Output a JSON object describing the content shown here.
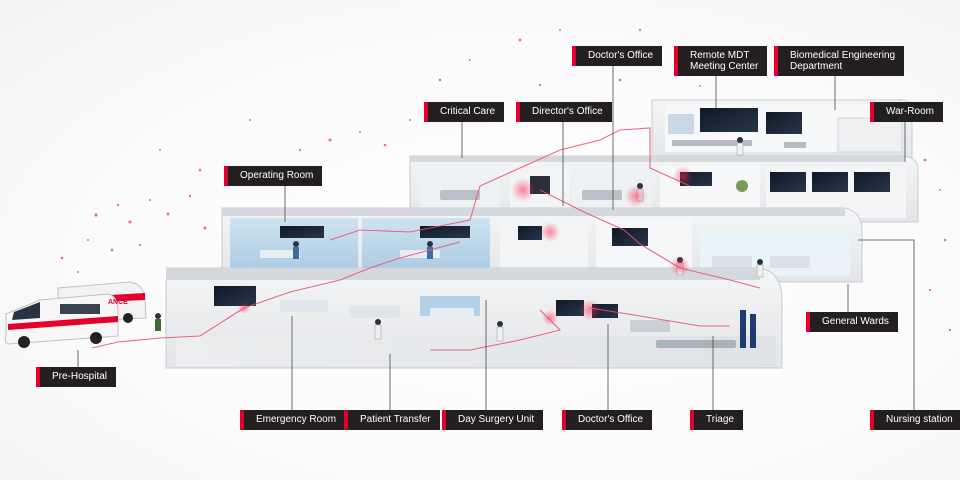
{
  "colors": {
    "accent": "#e5002b",
    "label_bg": "#231f20",
    "label_text": "#ffffff",
    "connector": "#e8507a"
  },
  "labels": {
    "doctors_office_top": "Doctor's Office",
    "remote_mdt_line1": "Remote MDT",
    "remote_mdt_line2": "Meeting Center",
    "biomedical_line1": "Biomedical Engineering",
    "biomedical_line2": "Department",
    "critical_care": "Critical Care",
    "directors_office": "Director's Office",
    "war_room": "War-Room",
    "operating_room": "Operating Room",
    "general_wards": "General Wards",
    "pre_hospital": "Pre-Hospital",
    "emergency_room": "Emergency Room",
    "patient_transfer": "Patient Transfer",
    "day_surgery_unit": "Day Surgery Unit",
    "doctors_office_bottom": "Doctor's Office",
    "triage": "Triage",
    "nursing_station": "Nursing station"
  },
  "ambulance_text": "ANCE"
}
